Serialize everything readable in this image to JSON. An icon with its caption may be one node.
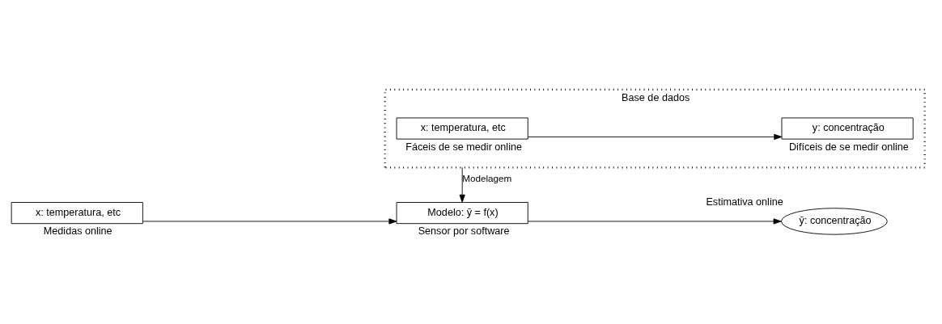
{
  "diagram": {
    "nodes": [
      {
        "text": [
          "Base de dados"
        ]
      },
      {
        "text": [
          "x: temperatura, etc"
        ],
        "beside": [
          "Fáceis de se medir online"
        ],
        "in": 0
      },
      {
        "text": [
          "y: concentração"
        ],
        "beside": [
          "Difíceis de se medir online"
        ],
        "in": 0
      },
      {
        "text": [
          "x: temperatura, etc"
        ],
        "beside": [
          "Medidas online"
        ]
      },
      {
        "text": [
          "Modelo: ȳ = f(x)"
        ],
        "beside": [
          "Sensor por software"
        ]
      },
      {
        "text": [
          "ȳ: concentração"
        ],
        "beside": [
          "Estimativa online"
        ]
      }
    ],
    "edges": [
      {
        "from": 1,
        "to": 2,
        "arrow": "to"
      },
      {
        "from": 0,
        "to": 4,
        "arrow": "to",
        "label": "Modelagem"
      },
      {
        "from": 3,
        "to": 4,
        "arrow": "to"
      },
      {
        "from": 4,
        "to": 5,
        "arrow": "to"
      }
    ]
  }
}
